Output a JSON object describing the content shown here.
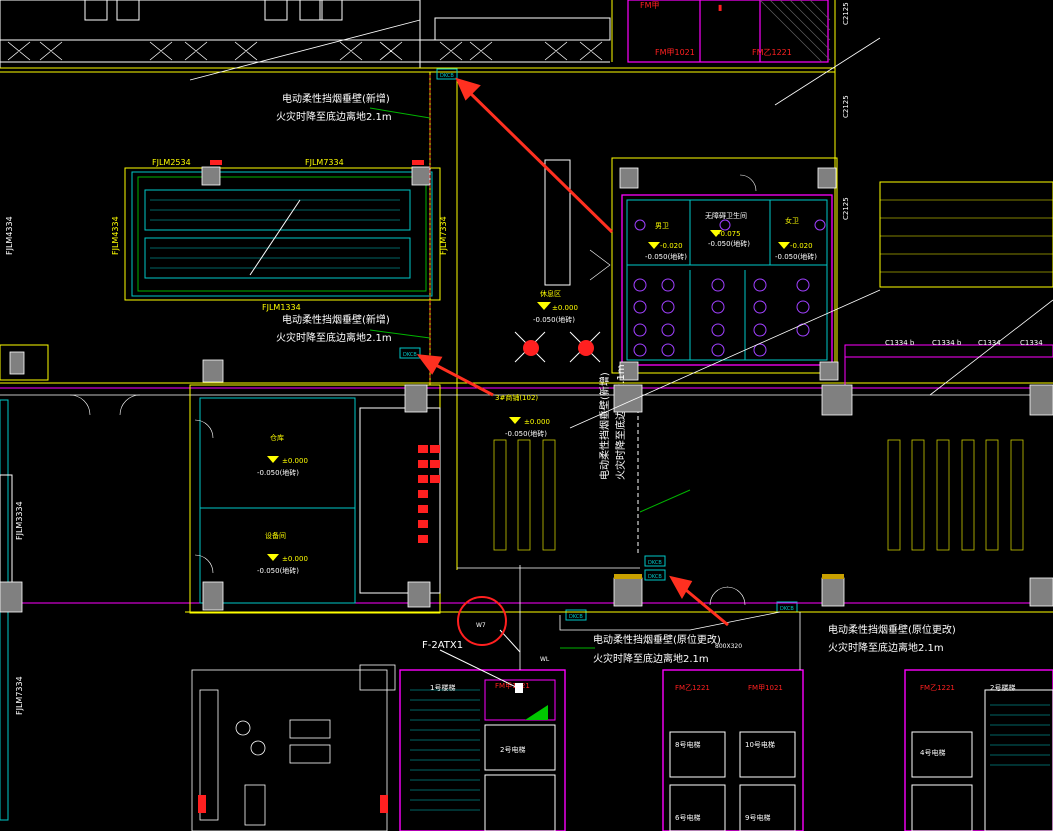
{
  "colors": {
    "background": "#000000",
    "wall": "#ffffff",
    "yellow": "#ffff00",
    "cyan": "#00c8c8",
    "green": "#00b400",
    "magenta": "#ff00ff",
    "red": "#ff2020",
    "arrow": "#ff3020",
    "gray": "#808080"
  },
  "labels": {
    "curtain_top_1": "电动柔性挡烟垂壁(新增)",
    "curtain_top_2": "火灾时降至底边离地2.1m",
    "curtain_mid_1": "电动柔性挡烟垂壁(新增)",
    "curtain_mid_2": "火灾时降至底边离地2.1m",
    "curtain_vert_1": "电动柔性挡烟垂壁(新增)",
    "curtain_vert_2": "火灾时降至底边离地2.1m",
    "curtain_bl_1": "电动柔性挡烟垂壁(原位更改)",
    "curtain_bl_2": "火灾时降至底边离地2.1m",
    "curtain_br_1": "电动柔性挡烟垂壁(原位更改)",
    "curtain_br_2": "火灾时降至底边离地2.1m",
    "panel": "F-2ATX1",
    "w7": "W7",
    "wl": "WL",
    "dim_800": "800X320",
    "fjlm2534": "FJLM2534",
    "fjlm7334_top": "FJLM7334",
    "fjlm4334": "FJLM4334",
    "fjlm7334_right": "FJLM7334",
    "fjlm1334_bottom": "FJLM1334",
    "fjlm_left_1": "FJLM4334",
    "fjlm_left_2": "FJLM3334",
    "fjlm_left_3": "FJLM7334",
    "c1334_1": "C1334 b",
    "c1334_2": "C1334 b",
    "c1334_3": "C1334",
    "c1334_4": "C1334",
    "c2125_1": "C2125",
    "c2125_2": "C2125",
    "c2125_3": "C2125",
    "room_rest": "休息区",
    "room_rest_area": "±0.000",
    "room_rest_elev": "-0.050(地砖)",
    "room_male": "男卫",
    "room_male_elev": "-0.020",
    "room_male_floor": "-0.050(地砖)",
    "room_access": "无障碍卫生间",
    "room_access_elev": "-0.075",
    "room_access_floor": "-0.050(地砖)",
    "room_female": "女卫",
    "room_female_elev": "-0.020",
    "room_female_floor": "-0.050(地砖)",
    "room_office1": "仓库",
    "room_office1_elev": "±0.000",
    "room_office1_floor": "-0.050(地砖)",
    "room_office2": "设备间",
    "room_office2_elev": "±0.000",
    "room_office2_floor": "-0.050(地砖)",
    "room_shop": "3#商铺(102)",
    "room_shop_elev": "±0.000",
    "room_shop_floor": "-0.050(地砖)",
    "stair1": "1号楼梯",
    "stair2": "2号楼梯",
    "elev_a": "2号电梯",
    "elev_b": "10号电梯",
    "elev_c": "6号电梯",
    "elev_d": "9号电梯",
    "elev_e": "8号电梯",
    "elev_f": "4号电梯",
    "fm1": "FM甲1021",
    "fm2": "FM乙1221",
    "fm3": "FM甲1021",
    "fm4": "FM乙1221",
    "fm5": "FM甲1021",
    "tag_dkcb1": "DKCB",
    "tag_dkcb2": "DKCB",
    "tag_dkcb3": "DKCB",
    "tag_dkcb4": "DKCB",
    "tag_dkcb5": "DKCB",
    "tag_dkcb6": "DKCB"
  }
}
